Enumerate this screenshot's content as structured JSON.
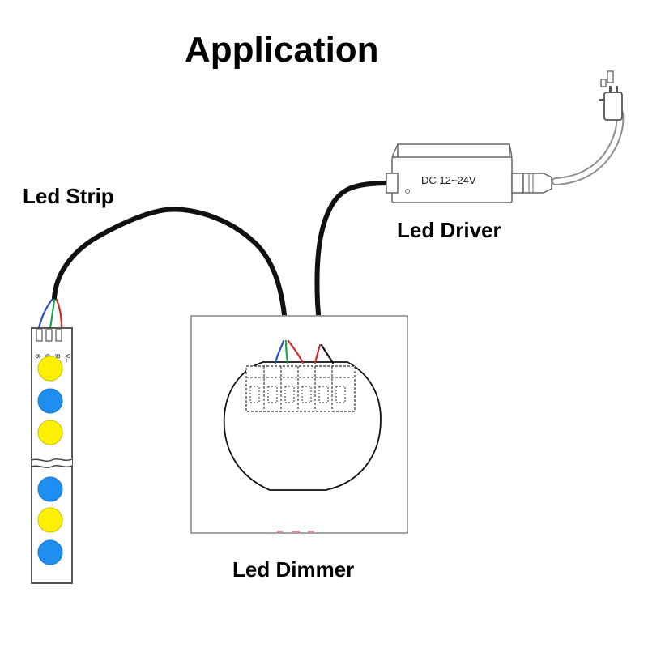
{
  "title": "Application",
  "labels": {
    "led_strip": "Led Strip",
    "led_driver": "Led Driver",
    "led_dimmer": "Led Dimmer",
    "driver_spec": "DC 12~24V"
  },
  "strip_pins": [
    "B",
    "G",
    "R",
    "V+"
  ],
  "colors": {
    "wire_black": "#111111",
    "wire_red": "#d62828",
    "wire_green": "#19a34a",
    "wire_blue": "#2a4bd7",
    "led_yellow": "#fff000",
    "led_blue": "#1f8ef1",
    "text": "#000000"
  },
  "icons": {
    "plug": "plug-icon",
    "led_strip": "led-strip-icon",
    "dimmer": "dimmer-icon",
    "driver": "driver-icon"
  }
}
